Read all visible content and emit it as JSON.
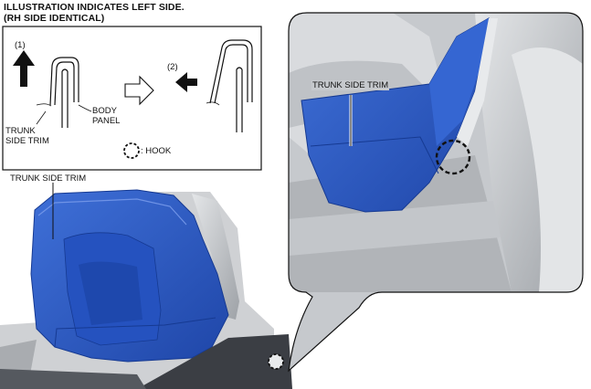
{
  "header": {
    "line1": "ILLUSTRATION INDICATES LEFT SIDE.",
    "line2": "(RH SIDE IDENTICAL)"
  },
  "inset": {
    "step1": "(1)",
    "step2": "(2)",
    "trim_label_line1": "TRUNK",
    "trim_label_line2": "SIDE TRIM",
    "body_label_line1": "BODY",
    "body_label_line2": "PANEL",
    "hook_legend": ": HOOK"
  },
  "overview": {
    "label": "TRUNK SIDE TRIM"
  },
  "detail": {
    "label": "TRUNK SIDE TRIM"
  },
  "colors": {
    "trim_blue": "#2e5fc9",
    "trim_blue_dark": "#1c3f9a",
    "body_grey": "#b9bcc0",
    "body_grey_light": "#dcdee0",
    "floor_dark": "#3a3d42"
  }
}
